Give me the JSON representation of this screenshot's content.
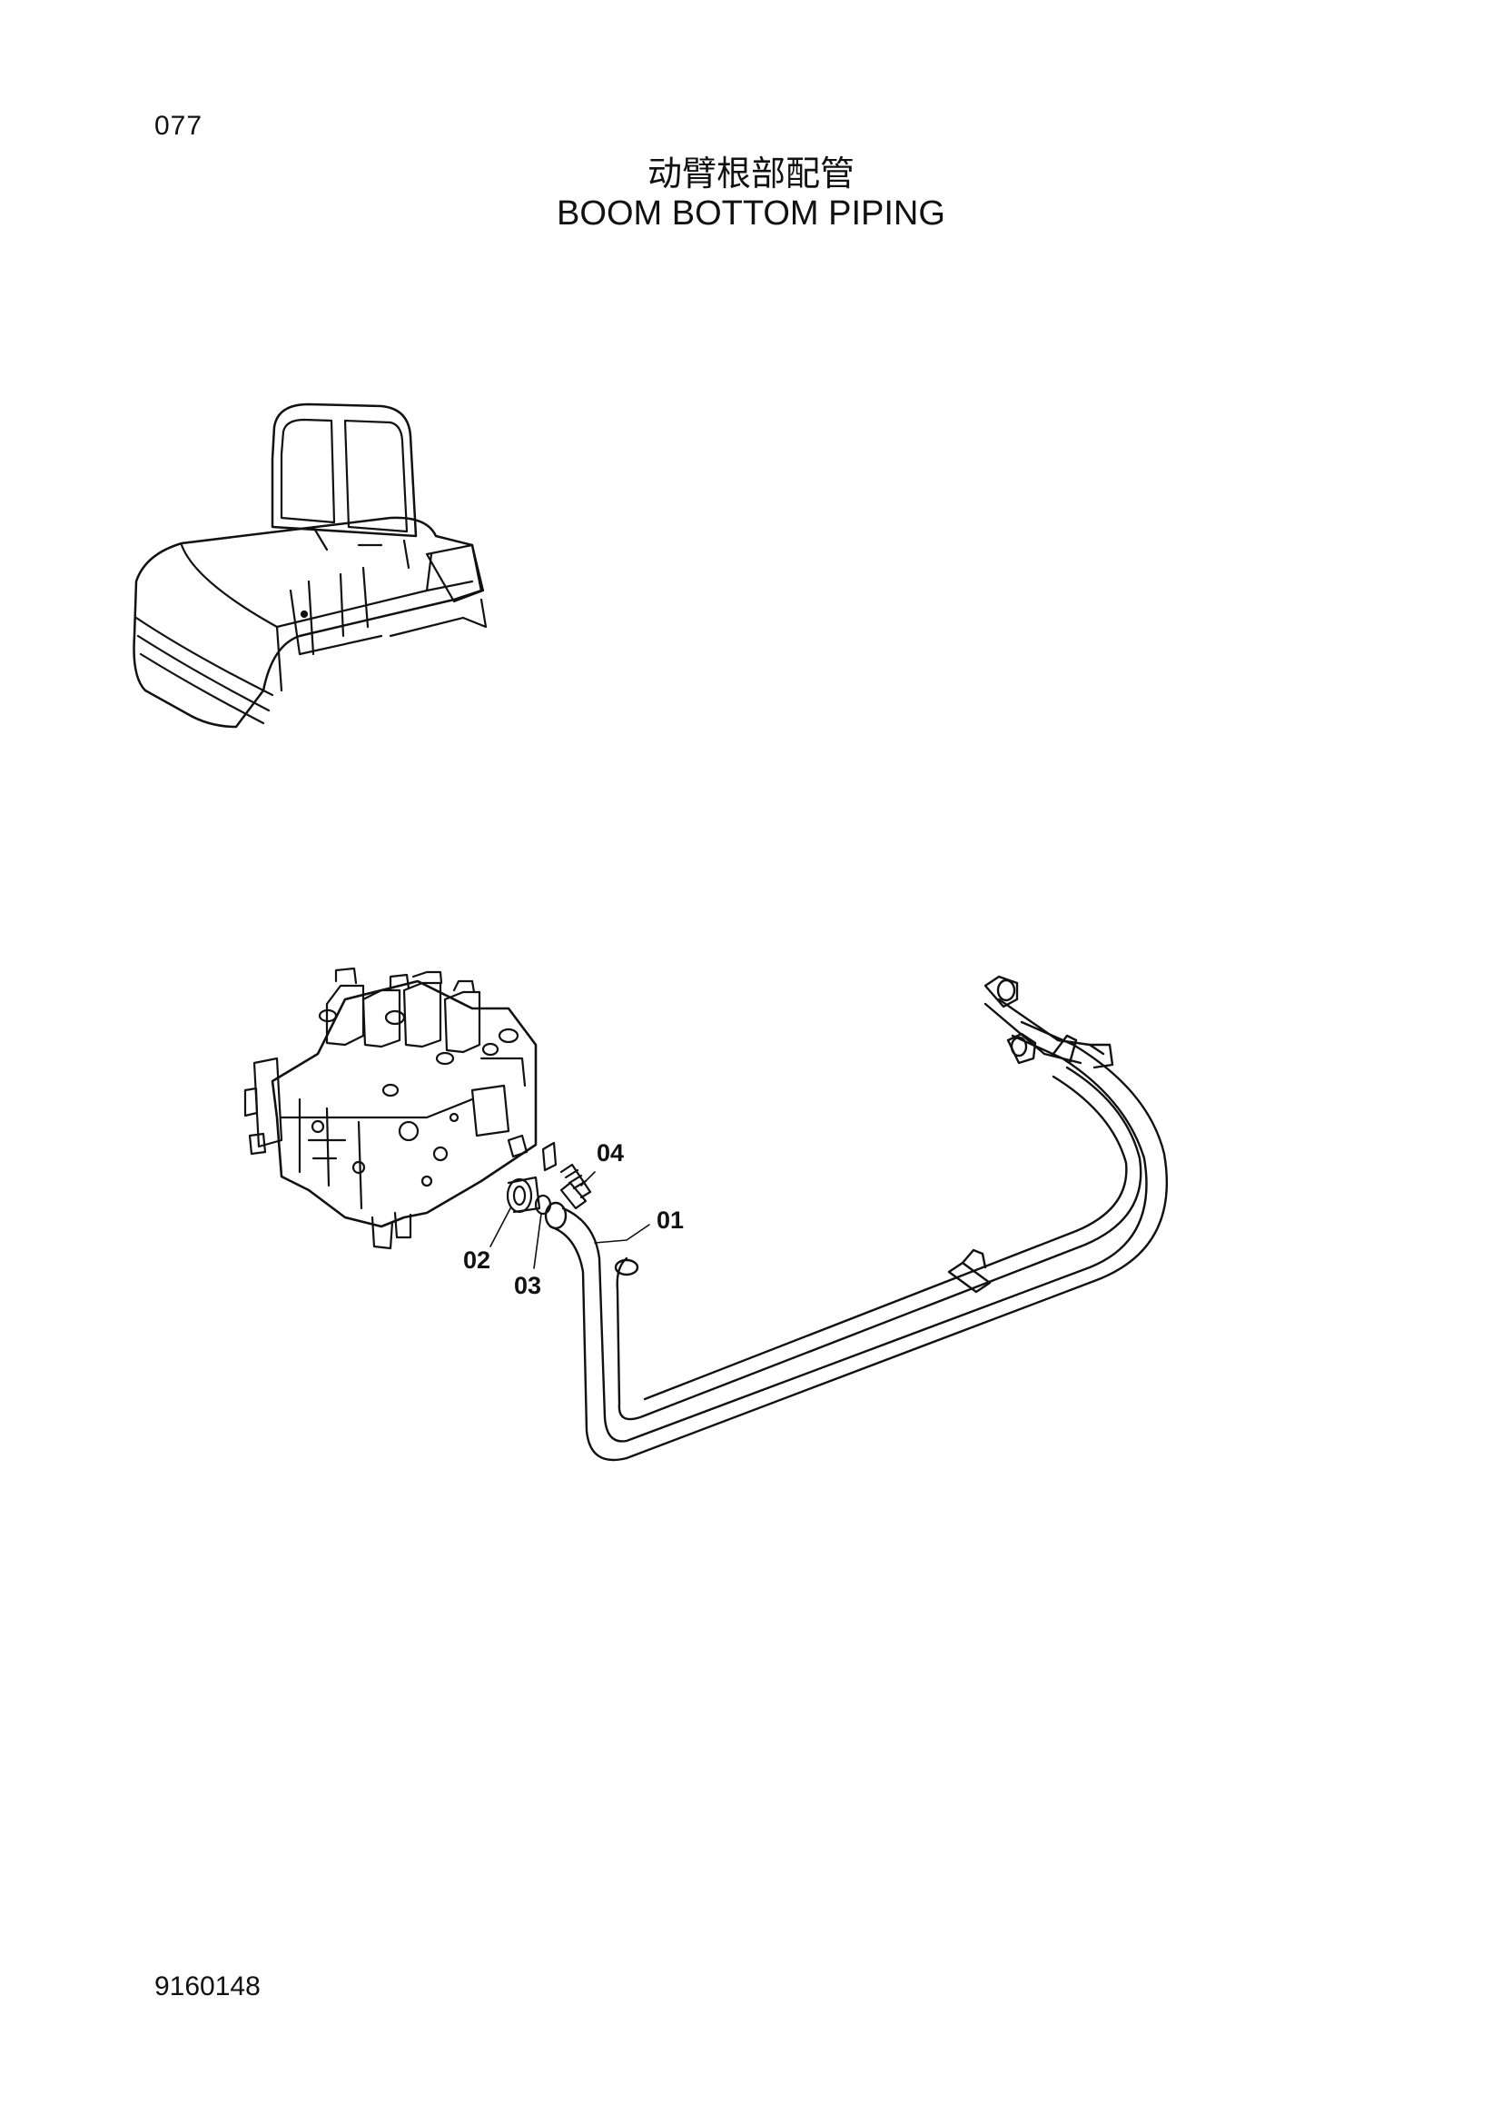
{
  "header": {
    "page_number": "077",
    "title_cn": "动臂根部配管",
    "title_en": "BOOM BOTTOM PIPING"
  },
  "diagram": {
    "callouts": [
      {
        "id": "01",
        "label": "01"
      },
      {
        "id": "02",
        "label": "02"
      },
      {
        "id": "03",
        "label": "03"
      },
      {
        "id": "04",
        "label": "04"
      }
    ]
  },
  "footer": {
    "doc_number": "9160148"
  }
}
